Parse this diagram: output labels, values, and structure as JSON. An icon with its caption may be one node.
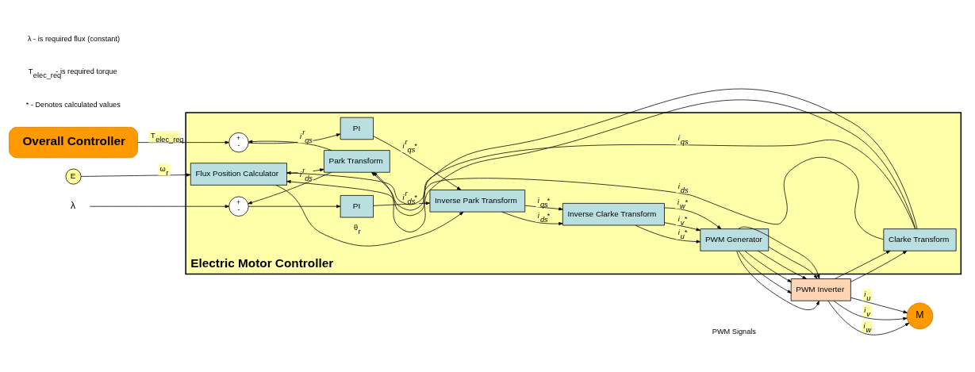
{
  "diagram": {
    "nodes": [
      {
        "text": [
          "Overall Controller"
        ]
      },
      {
        "text": [
          "Electric Motor Controller"
        ]
      },
      {
        "text": [
          "+",
          "-"
        ],
        "in": 1
      },
      {
        "text": [
          "+",
          "-"
        ],
        "in": 1
      },
      {
        "text": [
          "PI"
        ],
        "in": 1
      },
      {
        "text": [
          "PI"
        ],
        "in": 1
      },
      {
        "text": [
          "Inverse Park Transform"
        ],
        "in": 1
      },
      {
        "text": [
          "Inverse Clarke Transform"
        ],
        "in": 1
      },
      {
        "text": [
          "PWM Generator"
        ],
        "in": 1
      },
      {
        "text": [
          "PWM Inverter"
        ]
      },
      {
        "text": [
          "M"
        ]
      },
      {
        "text": [
          "E"
        ]
      },
      {
        "text": [
          "Flux Position Calculator"
        ],
        "in": 1
      },
      {
        "text": [
          "Park Transform"
        ],
        "in": 1
      },
      {
        "text": [
          "Clarke Transform"
        ],
        "in": 1
      },
      {
        "text": [
          "λ"
        ]
      }
    ],
    "edges": [
      {
        "from": 0,
        "to": 2,
        "arrow": "to",
        "label": "T$_{elec_req}$"
      },
      {
        "from": 15,
        "to": 3,
        "arrow": "to"
      },
      {
        "from": 2,
        "to": 4,
        "arrow": "to"
      },
      {
        "from": 3,
        "to": 5,
        "arrow": "to"
      },
      {
        "from": 4,
        "to": 6,
        "arrow": "to",
        "label": "i$^{r}$$_{qs}$*"
      },
      {
        "from": 5,
        "to": 6,
        "arrow": "to",
        "label": "i$^{r}$$_{ds}$*"
      },
      {
        "from": 6,
        "to": 7,
        "arrow": "to",
        "label": "i$_{qs}$*"
      },
      {
        "from": 6,
        "to": 7,
        "arrow": "to",
        "label": "i$_{ds}$*"
      },
      {
        "from": 7,
        "to": 8,
        "arrow": "to",
        "label": "i$_{u}$*"
      },
      {
        "from": 7,
        "to": 8,
        "arrow": "to",
        "label": "i$_{v}$*"
      },
      {
        "from": 7,
        "to": 8,
        "arrow": "to",
        "label": "i$_{w}$*"
      },
      {
        "from": 8,
        "to": 9,
        "arrow": "to"
      },
      {
        "from": 8,
        "to": 9,
        "arrow": "to"
      },
      {
        "from": 8,
        "to": 9,
        "arrow": "to"
      },
      {
        "from": 8,
        "to": 9,
        "arrow": "to"
      },
      {
        "from": 8,
        "to": 9,
        "arrow": "to"
      },
      {
        "from": 8,
        "to": 9,
        "arrow": "to"
      },
      {
        "from": 9,
        "to": 10,
        "arrow": "to",
        "label": "i$_{u}$"
      },
      {
        "from": 9,
        "to": 10,
        "arrow": "to",
        "label": "i$_{v}$"
      },
      {
        "from": 9,
        "to": 10,
        "arrow": "to",
        "label": "i$_{w}$"
      },
      {
        "from": 9,
        "to": 14,
        "arrow": "to"
      },
      {
        "from": 9,
        "to": 14,
        "arrow": "to"
      },
      {
        "from": 11,
        "to": 12,
        "arrow": "to",
        "label": "ω$_{r}$"
      },
      {
        "from": 12,
        "to": 6,
        "arrow": "to",
        "label": "θ$_{r}$"
      },
      {
        "from": 12,
        "to": 13,
        "arrow": "to"
      },
      {
        "from": 14,
        "to": 13,
        "arrow": "to",
        "label": "i$_{ds}$"
      },
      {
        "from": 14,
        "to": 12,
        "arrow": "to"
      },
      {
        "from": 14,
        "to": 13,
        "arrow": "to",
        "label": "i$_{qs}$"
      },
      {
        "from": 14,
        "to": 12,
        "arrow": "to"
      },
      {
        "from": 13,
        "to": 3,
        "arrow": "to",
        "label": "i$^{r}$$_{ds}$"
      },
      {
        "from": 13,
        "to": 2,
        "arrow": "to",
        "label": "i$^{r}$$_{qs}$"
      }
    ],
    "labels": [
      "PWM Signals",
      "* - Denotes calculated values",
      "T$_{elec_req}$ - is required torque",
      "λ - is required flux (constant)"
    ]
  }
}
